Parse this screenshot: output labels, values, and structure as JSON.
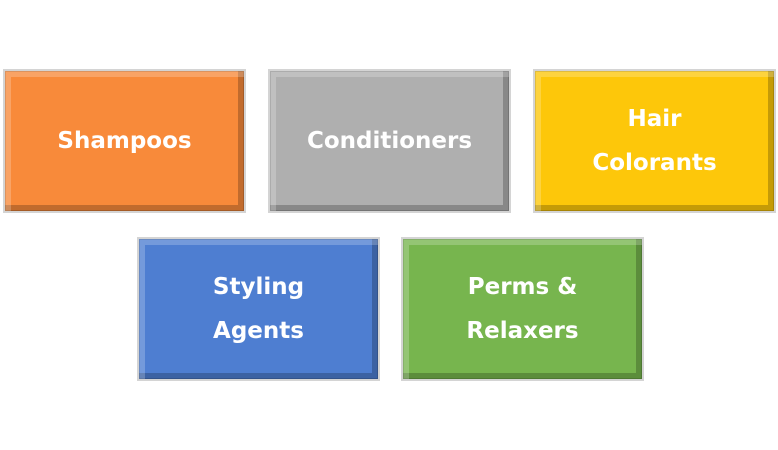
{
  "boxes": [
    {
      "label": "Shampoos",
      "color": "#f88a3a"
    },
    {
      "label": "Conditioners",
      "color": "#afafaf"
    },
    {
      "label": "Hair\nColorants",
      "color": "#fdc70a"
    },
    {
      "label": "Styling\nAgents",
      "color": "#4e7ed1"
    },
    {
      "label": "Perms &\nRelaxers",
      "color": "#77b54e"
    }
  ]
}
